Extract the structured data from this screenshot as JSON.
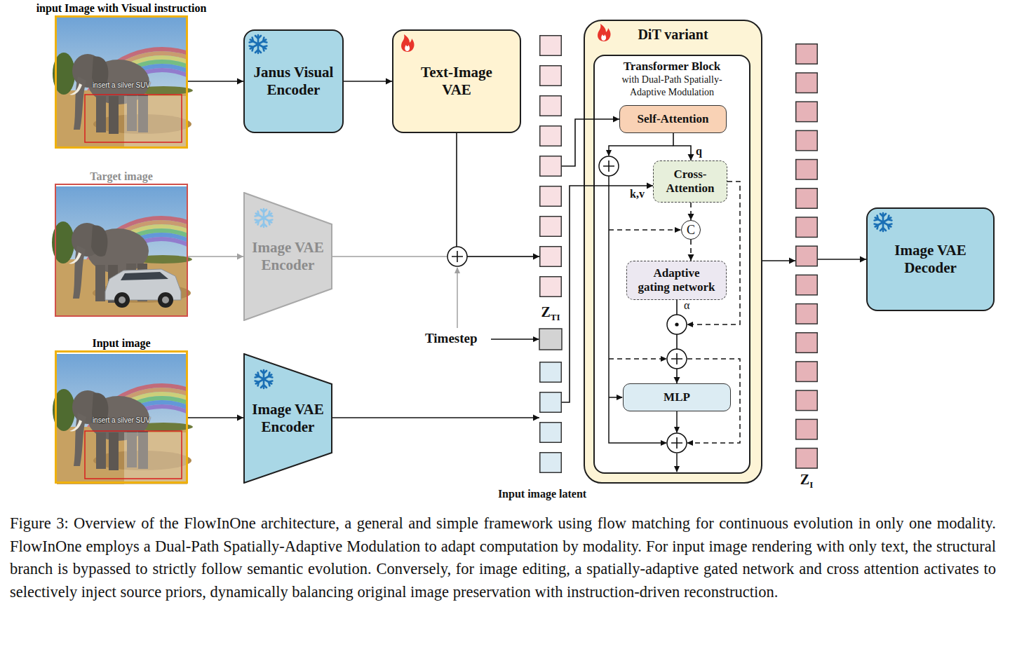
{
  "diagram": {
    "caption": "Figure 3: Overview of the FlowInOne architecture, a general and simple framework using flow matching for continuous evolution in only one modality. FlowInOne employs a Dual-Path Spatially-Adaptive Modulation to adapt computation by modality. For input image rendering with only text, the structural branch is bypassed to strictly follow semantic evolution. Conversely, for image editing, a spatially-adaptive gated network and cross attention activates to selectively inject source priors, dynamically balancing original image preservation with instruction-driven reconstruction.",
    "nodes": [
      {
        "text": [
          "input Image with Visual instruction",
          "insert a silver SUV"
        ]
      },
      {
        "text": [
          "Janus Visual Encoder"
        ]
      },
      {
        "text": [
          "Text-Image VAE"
        ]
      },
      {
        "text": [
          "Z",
          "TI"
        ]
      },
      {
        "text": [
          "DiT variant"
        ]
      },
      {
        "text": [
          "Transformer Block",
          "with Dual-Path Spatially-Adaptive Modulation"
        ],
        "in": 4
      },
      {
        "text": [
          "Self-Attention"
        ],
        "in": 5
      },
      {
        "text": [
          "Cross- Attention"
        ],
        "in": 5
      },
      {
        "text": [
          "C"
        ],
        "in": 5
      },
      {
        "text": [
          "Adaptive gating network"
        ],
        "in": 5
      },
      {
        "text": [
          "MLP"
        ],
        "in": 5
      },
      {
        "text": [
          "Z",
          "I"
        ]
      },
      {
        "text": [
          "Image VAE Decoder"
        ]
      },
      {
        "text": [
          "Target image"
        ]
      },
      {
        "text": [
          "Image VAE Encoder"
        ]
      },
      {
        "text": [
          "Input image",
          "insert a silver SUV"
        ]
      },
      {
        "text": [
          "Image VAE Encoder"
        ]
      },
      {
        "text": [
          "Input image latent"
        ]
      }
    ],
    "edges": [
      {
        "from": 0,
        "to": 1,
        "arrow": "to"
      },
      {
        "from": 1,
        "to": 2,
        "arrow": "to"
      },
      {
        "from": 13,
        "to": 14,
        "arrow": "to"
      },
      {
        "from": 14,
        "to": 3,
        "arrow": "to"
      },
      {
        "from": 2,
        "to": 3,
        "arrow": "to"
      },
      {
        "from": 15,
        "to": 16,
        "arrow": "to"
      },
      {
        "from": 16,
        "to": 17,
        "arrow": "to"
      },
      {
        "from": 3,
        "to": 6,
        "arrow": "to"
      },
      {
        "from": 17,
        "to": 7,
        "label": "k,v",
        "arrow": "to"
      },
      {
        "from": 6,
        "to": 7,
        "label": "q",
        "arrow": "to"
      },
      {
        "from": 7,
        "to": 8,
        "arrow": "to"
      },
      {
        "from": 8,
        "to": 9,
        "arrow": "to"
      },
      {
        "from": 9,
        "to": 10,
        "arrow": "to"
      },
      {
        "from": 4,
        "to": 11,
        "arrow": "to"
      },
      {
        "from": 11,
        "to": 12,
        "arrow": "to"
      }
    ],
    "labels": [
      "Timestep",
      "α"
    ]
  }
}
